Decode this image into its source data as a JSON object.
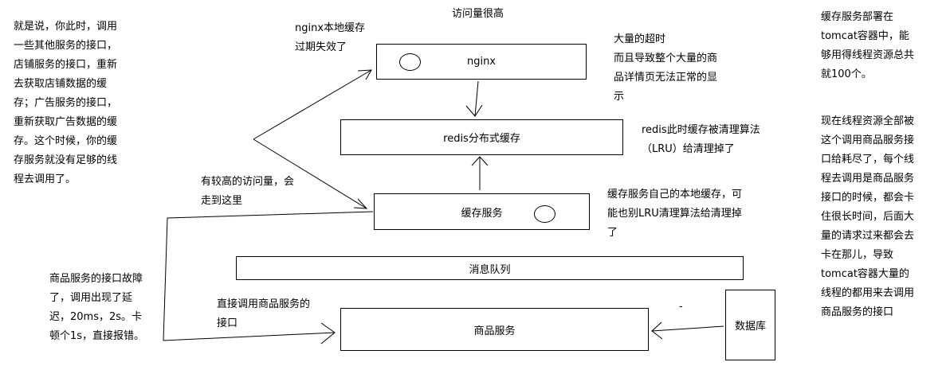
{
  "boxes": {
    "nginx": "nginx",
    "redis": "redis分布式缓存",
    "cache_service": "缓存服务",
    "message_queue": "消息队列",
    "product_service": "商品服务",
    "database": "数据库"
  },
  "notes": {
    "top_center": "访问量很高",
    "left_top": "就是说，你此时，调用\n一些其他服务的接口，\n店铺服务的接口，重新\n去获取店铺数据的缓\n存；广告服务的接口，\n重新获取广告数据的缓\n存。这个时候，你的缓\n存服务就没有足够的线\n程去调用了。",
    "nginx_expired": "nginx本地缓存\n过期失效了",
    "timeout": "大量的超时\n而且导致整个大量的商\n品详情页无法正常的显\n示",
    "redis_lru": "redis此时缓存被清理算法\n（LRU）给清理掉了",
    "high_traffic": "有较高的访问量，会\n走到这里",
    "cache_local": "缓存服务自己的本地缓存，可\n能也别LRU清理算法给清理掉\n了",
    "product_fault": "商品服务的接口故障\n了，调用出现了延\n迟，20ms，2s。卡\n顿个1s，直接报错。",
    "direct_call": "直接调用商品服务的\n接口",
    "dash": "-",
    "right_top": "缓存服务部署在\ntomcat容器中，能\n够用得线程资源总共\n就100个。",
    "right_bottom": "现在线程资源全部被\n这个调用商品服务接\n口给耗尽了，每个线\n程去调用是商品服务\n接口的时候，都会卡\n住很长时间，后面大\n量的请求过来都会去\n卡在那儿，导致\ntomcat容器大量的\n线程的都用来去调用\n商品服务的接口"
  }
}
